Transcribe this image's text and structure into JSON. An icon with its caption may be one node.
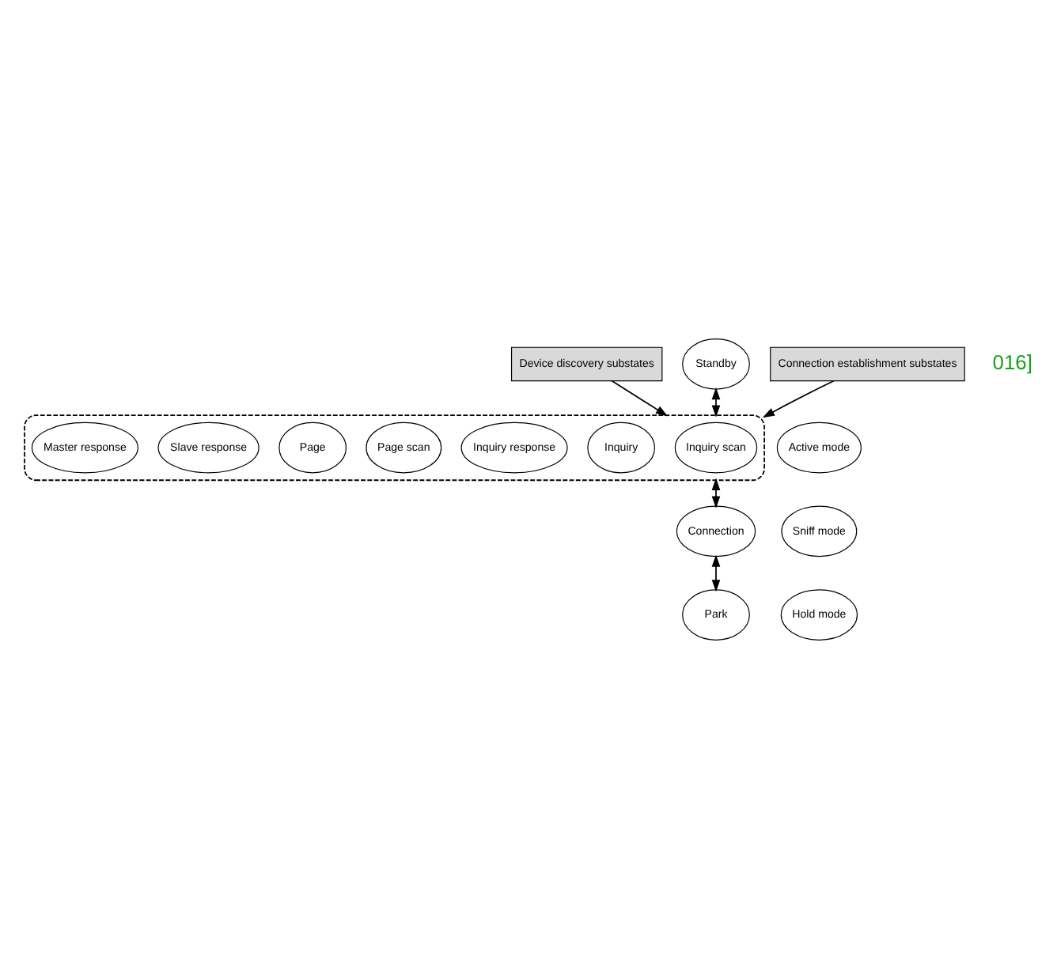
{
  "diagram": {
    "nodes": [
      {
        "text": [
          "Standby"
        ]
      },
      {
        "text": [
          "Device discovery substates"
        ]
      },
      {
        "text": [
          "Connection establishment substates"
        ]
      },
      {
        "text": [],
        "shape": "box"
      },
      {
        "text": [
          "Inquiry scan"
        ],
        "in": 3
      },
      {
        "text": [
          "Inquiry"
        ],
        "in": 3
      },
      {
        "text": [
          "Inquiry response"
        ],
        "in": 3
      },
      {
        "text": [
          "Page scan"
        ],
        "in": 3
      },
      {
        "text": [
          "Page"
        ],
        "in": 3
      },
      {
        "text": [
          "Slave response"
        ],
        "in": 3
      },
      {
        "text": [
          "Master response"
        ],
        "in": 3
      },
      {
        "text": [
          "Connection"
        ]
      },
      {
        "text": [
          "Active mode"
        ]
      },
      {
        "text": [
          "Sniff mode"
        ]
      },
      {
        "text": [
          "Hold mode"
        ]
      },
      {
        "text": [
          "Park"
        ]
      }
    ],
    "edges": [
      {
        "from": 1,
        "to": 3,
        "arrow": "to"
      },
      {
        "from": 2,
        "to": 3,
        "arrow": "to"
      },
      {
        "from": 0,
        "to": 3,
        "arrow": "both"
      },
      {
        "from": 3,
        "to": 11,
        "arrow": "both"
      },
      {
        "from": 11,
        "to": 15,
        "arrow": "both"
      }
    ],
    "labels": [
      "016]"
    ]
  }
}
